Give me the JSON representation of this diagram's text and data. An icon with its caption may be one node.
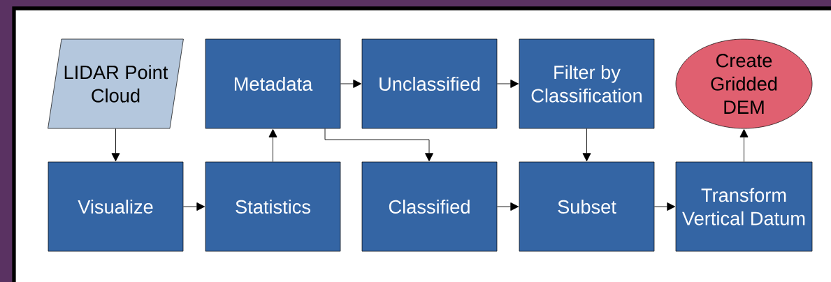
{
  "diagram": {
    "nodes": [
      {
        "text": [
          "LIDAR Point Cloud"
        ]
      },
      {
        "text": [
          "Metadata"
        ]
      },
      {
        "text": [
          "Unclassified"
        ]
      },
      {
        "text": [
          "Filter by Classification"
        ]
      },
      {
        "text": [
          "Create Gridded DEM"
        ]
      },
      {
        "text": [
          "Visualize"
        ]
      },
      {
        "text": [
          "Statistics"
        ]
      },
      {
        "text": [
          "Classified"
        ]
      },
      {
        "text": [
          "Subset"
        ]
      },
      {
        "text": [
          "Transform Vertical Datum"
        ]
      }
    ],
    "edges": [
      {
        "from": 0,
        "to": 5,
        "arrow": "to"
      },
      {
        "from": 5,
        "to": 6,
        "arrow": "to"
      },
      {
        "from": 6,
        "to": 1,
        "arrow": "to"
      },
      {
        "from": 1,
        "to": 2,
        "arrow": "to"
      },
      {
        "from": 2,
        "to": 3,
        "arrow": "to"
      },
      {
        "from": 1,
        "to": 7,
        "arrow": "to"
      },
      {
        "from": 7,
        "to": 8,
        "arrow": "to"
      },
      {
        "from": 3,
        "to": 8,
        "arrow": "to"
      },
      {
        "from": 8,
        "to": 9,
        "arrow": "to"
      },
      {
        "from": 9,
        "to": 4,
        "arrow": "to"
      }
    ]
  }
}
